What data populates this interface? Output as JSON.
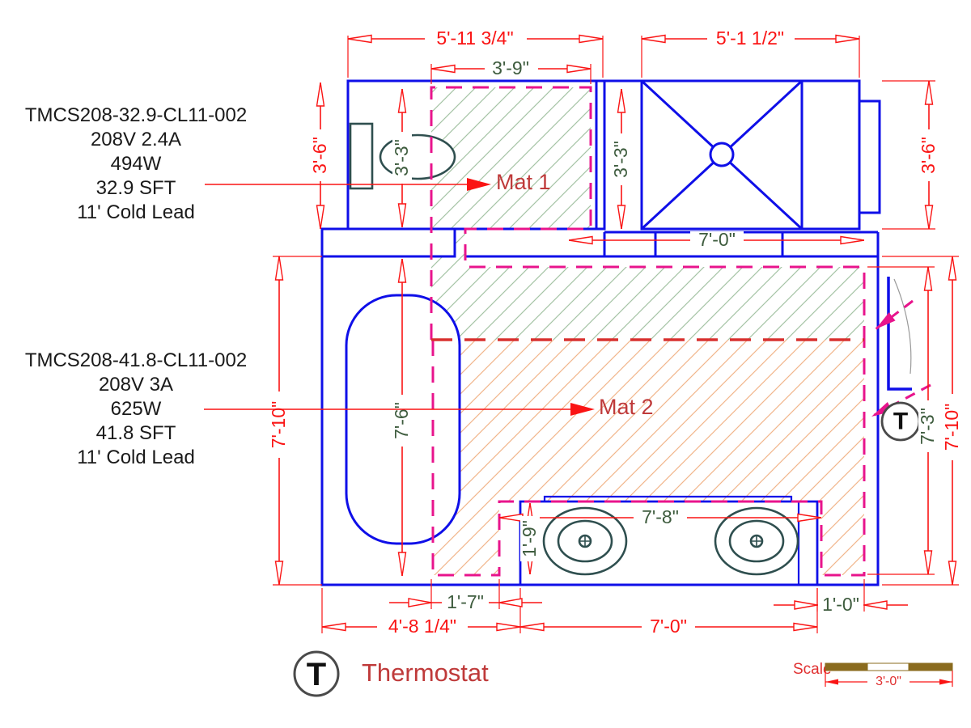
{
  "drawing_type": "floor-heating-mat-plan",
  "specs": {
    "mat1": {
      "line1": "TMCS208-32.9-CL11-002",
      "line2": "208V 2.4A",
      "line3": "494W",
      "line4": "32.9 SFT",
      "line5": "11' Cold Lead"
    },
    "mat2": {
      "line1": "TMCS208-41.8-CL11-002",
      "line2": "208V 3A",
      "line3": "625W",
      "line4": "41.8 SFT",
      "line5": "11' Cold Lead"
    }
  },
  "mats": {
    "mat1_label": "Mat 1",
    "mat2_label": "Mat 2"
  },
  "dims": {
    "toilet_room_width": "5'-11 3/4\"",
    "mat1_width": "3'-9\"",
    "shower_width": "5'-1 1/2\"",
    "toilet_room_height": "3'-6\"",
    "mat1_height_left": "3'-3\"",
    "mat1_height_right": "3'-3\"",
    "shower_height": "3'-6\"",
    "entry_strip_width": "7'-0\"",
    "main_room_height_left": "7'-10\"",
    "mat2_height_left": "7'-6\"",
    "mat2_height_right": "7'-3\"",
    "main_room_height_right": "7'-10\"",
    "vanity_notch_depth": "1'-9\"",
    "vanity_notch_width": "7'-8\"",
    "tub_to_vanity": "1'-7\"",
    "left_section_width": "4'-8 1/4\"",
    "vanity_width": "7'-0\"",
    "right_gap": "1'-0\""
  },
  "thermostat": {
    "symbol": "T"
  },
  "legend": {
    "symbol": "T",
    "label": "Thermostat"
  },
  "scale_bar": {
    "label": "Scale",
    "value": "3'-0\""
  },
  "colors": {
    "wall": "#0f0fe8",
    "dimension": "#fa1414",
    "dimension_alt_text": "#3e5c3e",
    "mat_boundary": "#e8148c",
    "mat_divider": "#d8302f",
    "mat1_hatch": "#a5c3a5",
    "mat2_hatch": "#f1b58b",
    "label_red": "#bf3a3a",
    "fixture": "#2f4f4f",
    "scale_bar_fill": "#8a6b1e"
  }
}
